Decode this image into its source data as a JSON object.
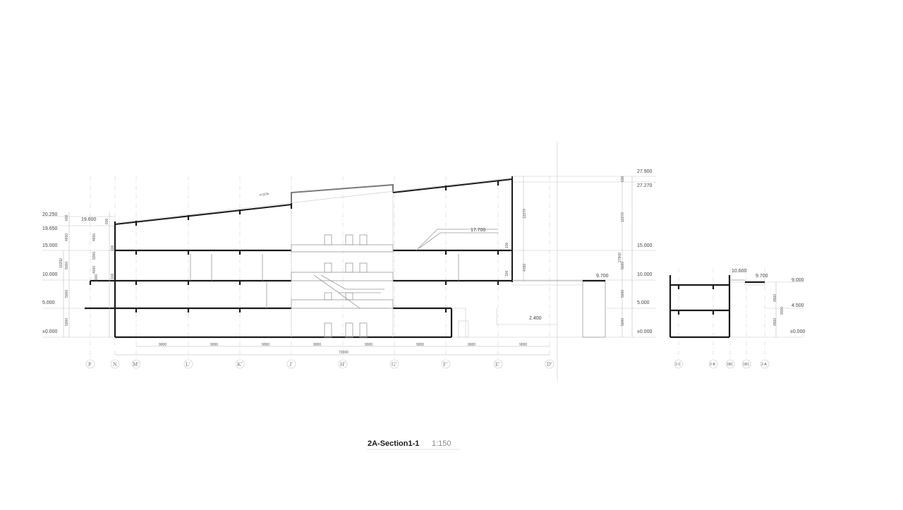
{
  "title": "2A-Section1-1",
  "scale": "1:150",
  "slope_label": "i=11%",
  "elevations_left": [
    "20.250",
    "19.650",
    "15.000",
    "10.000",
    "5.000",
    "±0.000"
  ],
  "elevation_roof_left": "19.600",
  "elevation_mid": "17.700",
  "elevations_right": [
    "27.900",
    "27.270",
    "15.000",
    "10.000",
    "5.000",
    "±0.000"
  ],
  "elevation_ground_mid": "2.400",
  "elevation_canopy": "9.700",
  "annex_elevations": [
    "10.600",
    "9.700",
    "9.000",
    "4.500",
    "±0.000"
  ],
  "dims_left": [
    "600",
    "4650",
    "5000",
    "5000",
    "5000"
  ],
  "dim_left_outer": "15250",
  "dims_left_inner": [
    "600",
    "4650",
    "100",
    "5000",
    "4000",
    "1000",
    "100"
  ],
  "dims_right": [
    "630",
    "12270",
    "4150",
    "100",
    "100"
  ],
  "dims_far_right": [
    "630",
    "12270",
    "27900",
    "5000",
    "5000",
    "5000"
  ],
  "annex_dims": [
    "4500",
    "9000",
    "4500"
  ],
  "bay_dims": [
    "9000",
    "9000",
    "9000",
    "9000",
    "9000",
    "9000",
    "9000",
    "9000"
  ],
  "total_dim": "72000",
  "axes": [
    "P",
    "N",
    "M'",
    "L'",
    "K'",
    "J'",
    "H'",
    "G'",
    "F'",
    "E'",
    "D'"
  ],
  "annex_axes": [
    "2-C",
    "2-B",
    "1B1",
    "1B1",
    "2-A"
  ]
}
